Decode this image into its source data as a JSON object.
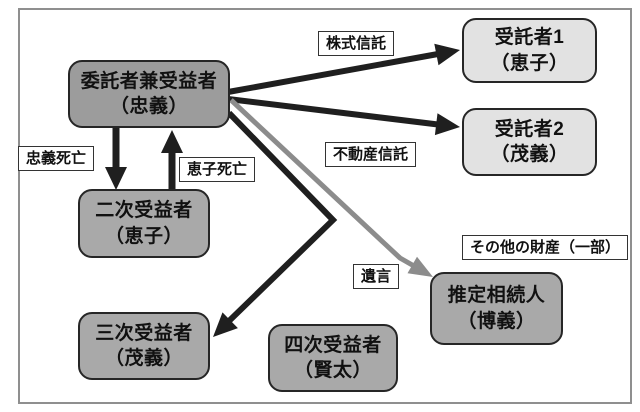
{
  "diagram": {
    "title_hint": "family-trust-structure-diagram",
    "nodes": {
      "settlor": {
        "label": "委託者兼受益者",
        "sublabel": "（忠義）"
      },
      "trustee1": {
        "label": "受託者1",
        "sublabel": "（恵子）"
      },
      "trustee2": {
        "label": "受託者2",
        "sublabel": "（茂義）"
      },
      "second_beneficiary": {
        "label": "二次受益者",
        "sublabel": "（恵子）"
      },
      "third_beneficiary": {
        "label": "三次受益者",
        "sublabel": "（茂義）"
      },
      "fourth_beneficiary": {
        "label": "四次受益者",
        "sublabel": "（賢太）"
      },
      "presumptive_heir": {
        "label": "推定相続人",
        "sublabel": "（博義）"
      }
    },
    "edge_labels": {
      "stock_trust": "株式信託",
      "real_estate_trust": "不動産信託",
      "tadayoshi_death": "忠義死亡",
      "keiko_death": "恵子死亡",
      "will": "遺言",
      "other_property": "その他の財産（一部）"
    },
    "colors": {
      "node_dark": "#9c9c9c",
      "node_medium": "#a9a9a9",
      "node_light": "#e2e2e2",
      "node_border": "#262626",
      "arrow_black": "#1f1f1f",
      "arrow_gray": "#8c8c8c",
      "tag_border": "#333333",
      "tag_bg": "#ffffff",
      "frame_border": "#8f8f8f",
      "text": "#111111"
    }
  }
}
